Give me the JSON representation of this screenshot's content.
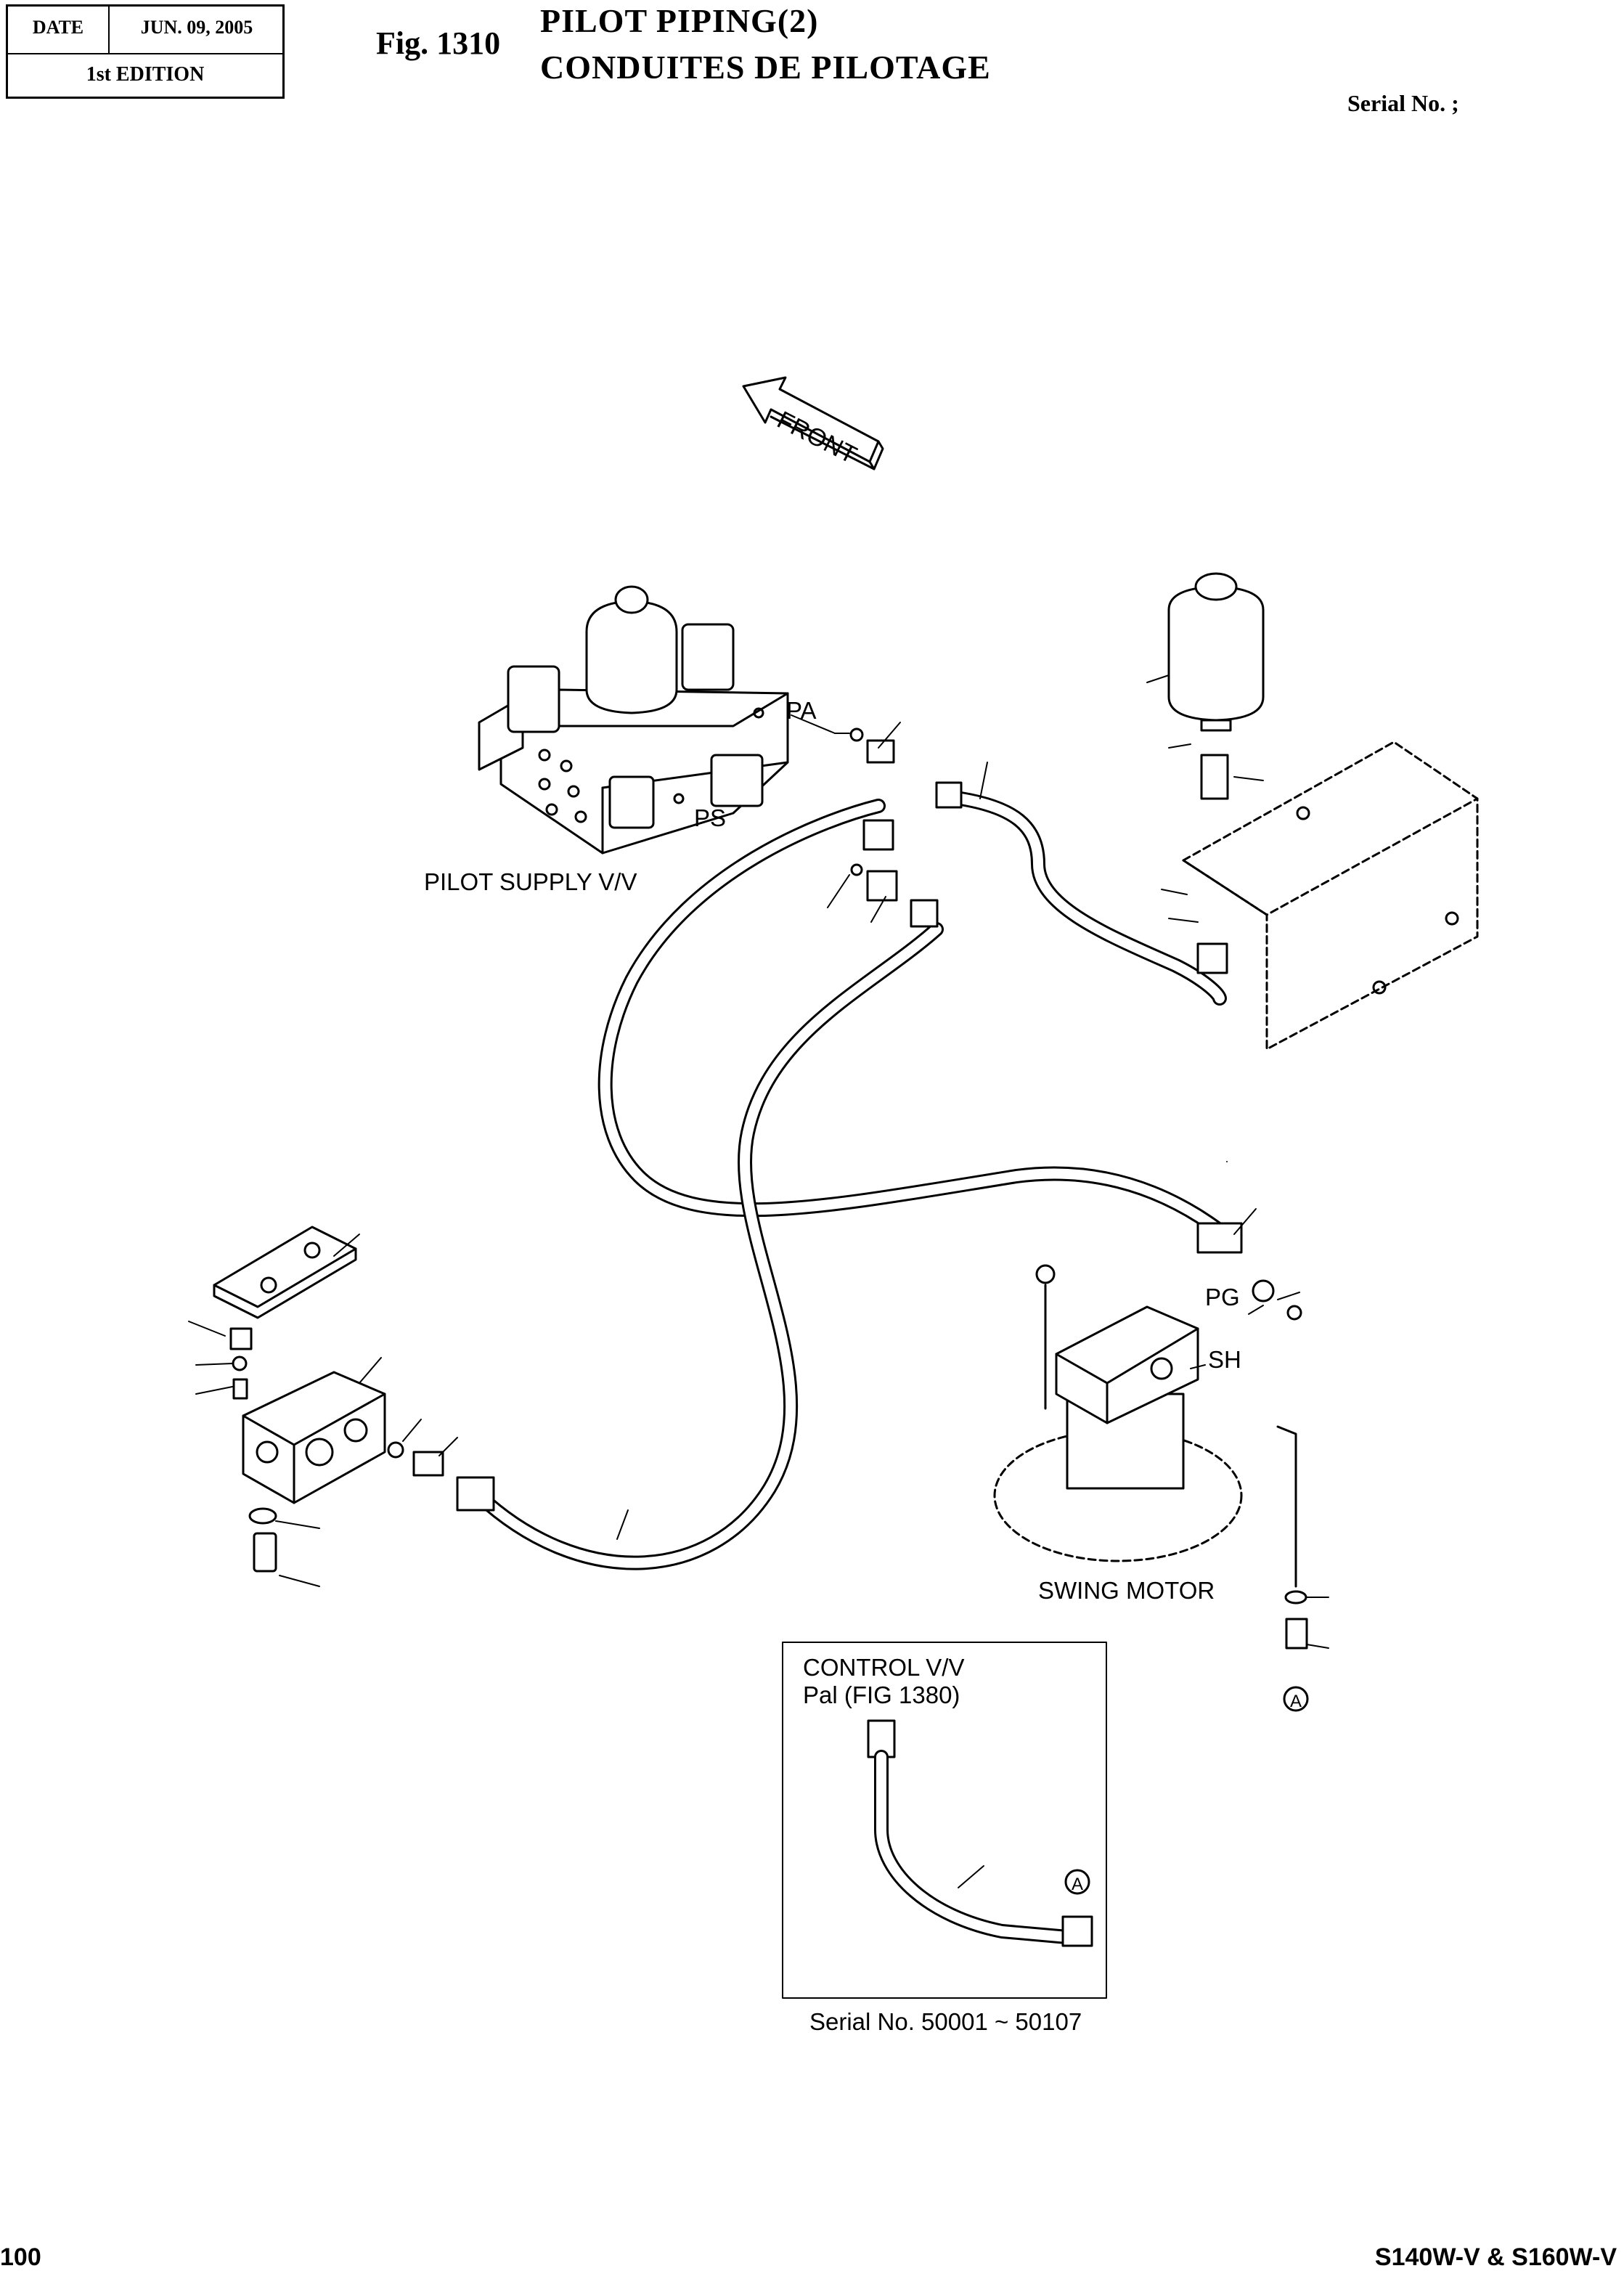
{
  "header": {
    "date_label": "DATE",
    "date_value": "JUN. 09, 2005",
    "edition": "1st EDITION",
    "fig_number": "Fig. 1310",
    "title_en": "PILOT PIPING(2)",
    "title_fr": "CONDUITES DE PILOTAGE",
    "serial_label": "Serial No. ;"
  },
  "diagram": {
    "front_label": "FRONT",
    "port_pa": "PA",
    "port_ps": "PS",
    "port_pg": "PG",
    "port_sh": "SH",
    "pilot_supply_label": "PILOT SUPPLY V/V",
    "swing_motor_label": "SWING MOTOR",
    "ref_marker": "A"
  },
  "inset": {
    "line1": "CONTROL V/V",
    "line2": "Pal (FIG 1380)",
    "ref_marker": "A",
    "serial_range": "Serial No. 50001 ~ 50107"
  },
  "footer": {
    "page_number": "100",
    "model": "S140W-V & S160W-V"
  }
}
